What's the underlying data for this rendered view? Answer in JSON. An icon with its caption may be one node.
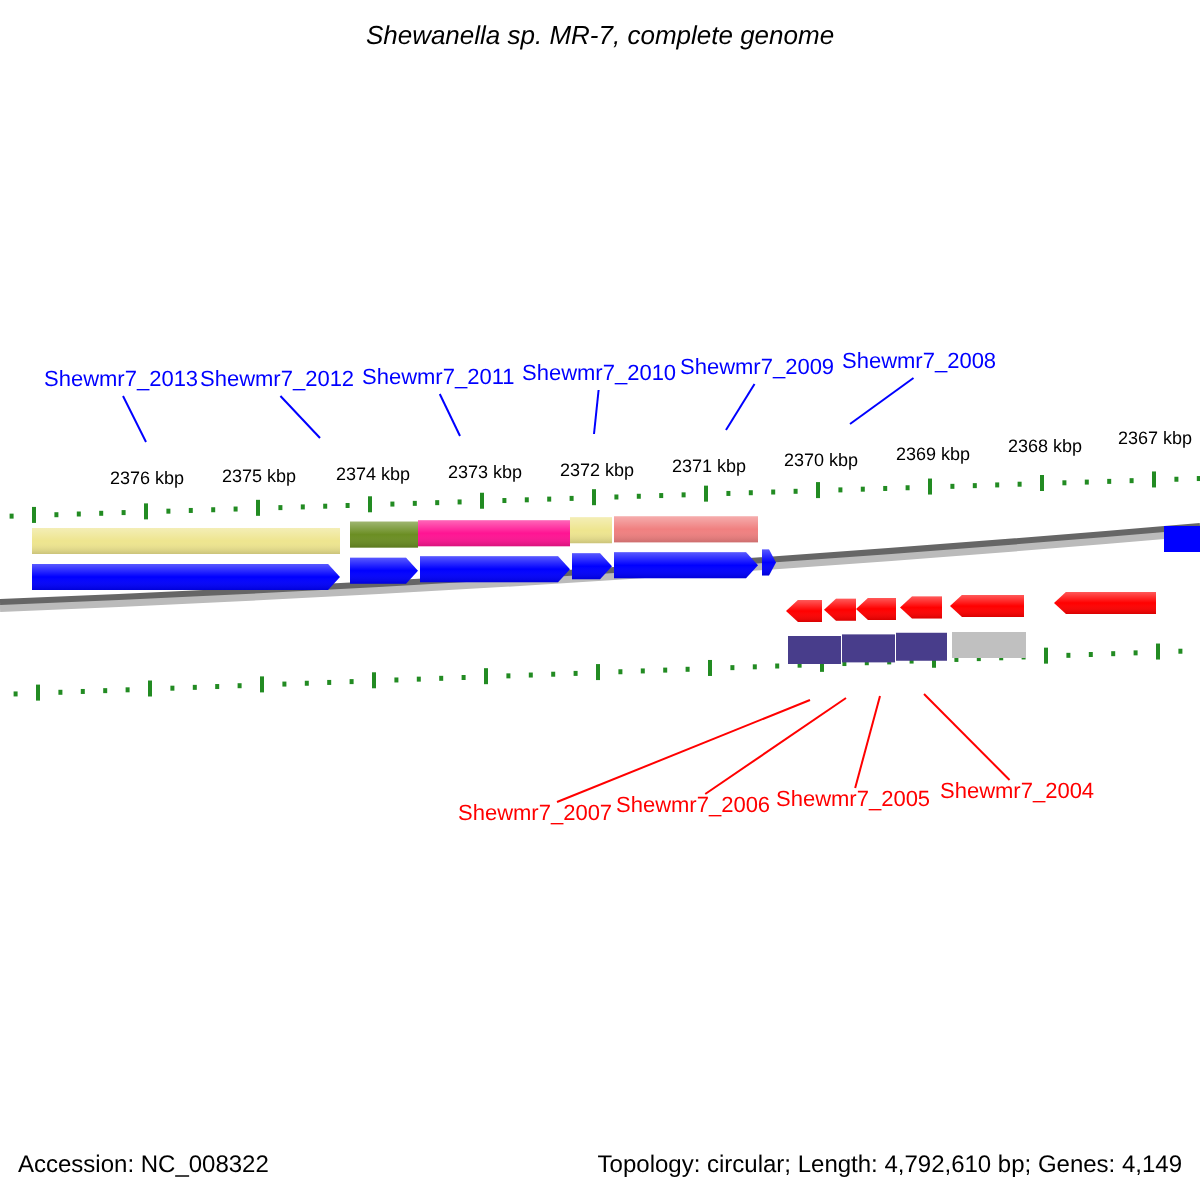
{
  "diagram": {
    "title": "Shewanella sp. MR-7, complete genome",
    "nodes": [
      {
        "text": [
          "Shewmr7_2013"
        ]
      },
      {
        "text": [
          "Shewmr7_2012"
        ]
      },
      {
        "text": [
          "Shewmr7_2011"
        ]
      },
      {
        "text": [
          "Shewmr7_2010"
        ]
      },
      {
        "text": [
          "Shewmr7_2009"
        ]
      },
      {
        "text": [
          "Shewmr7_2008"
        ]
      },
      {
        "text": [
          "Shewmr7_2007"
        ]
      },
      {
        "text": [
          "Shewmr7_2006"
        ]
      },
      {
        "text": [
          "Shewmr7_2005"
        ]
      },
      {
        "text": [
          "Shewmr7_2004"
        ]
      }
    ],
    "edges": [
      {
        "from": 0,
        "to": null,
        "arrow": "none"
      },
      {
        "from": 1,
        "to": null,
        "arrow": "none"
      },
      {
        "from": 2,
        "to": null,
        "arrow": "none"
      },
      {
        "from": 3,
        "to": null,
        "arrow": "none"
      },
      {
        "from": 4,
        "to": null,
        "arrow": "none"
      },
      {
        "from": 5,
        "to": null,
        "arrow": "none"
      },
      {
        "from": 6,
        "to": null,
        "arrow": "none",
        "color": "#ff0000"
      },
      {
        "from": 7,
        "to": null,
        "arrow": "none",
        "color": "#ff0000"
      },
      {
        "from": 8,
        "to": null,
        "arrow": "none",
        "color": "#ff0000"
      },
      {
        "from": 9,
        "to": null,
        "arrow": "none",
        "color": "#ff0000"
      }
    ],
    "labels": [
      "2376 kbp",
      "2375 kbp",
      "2374 kbp",
      "2373 kbp",
      "2372 kbp",
      "2371 kbp",
      "2370 kbp",
      "2369 kbp",
      "2368 kbp",
      "2367 kbp",
      "Accession: NC_008322",
      "Topology: circular; Length: 4,792,610 bp; Genes: 4,149"
    ]
  }
}
